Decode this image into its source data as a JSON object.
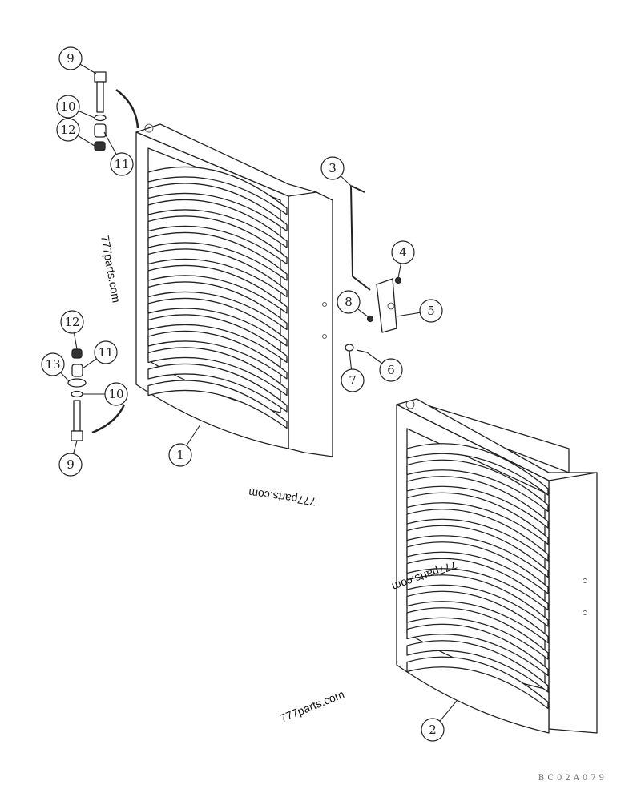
{
  "diagram": {
    "callouts": {
      "bolt_top": "9",
      "washer_top": "10",
      "nut_top": "12",
      "spacer_top": "11",
      "rod": "3",
      "nut_latch": "4",
      "nut_small": "8",
      "latch_bracket": "5",
      "washer_latch": "7",
      "screw_latch": "6",
      "nut_bottom": "12",
      "spacer_bottom": "11",
      "plate_bottom": "13",
      "washer_bottom": "10",
      "bolt_bottom": "9",
      "grille_left": "1",
      "grille_right": "2"
    },
    "watermarks": [
      "777parts.com",
      "777parts.com",
      "777parts.com",
      "777parts.com"
    ],
    "drawing_code": "BC02A079"
  }
}
